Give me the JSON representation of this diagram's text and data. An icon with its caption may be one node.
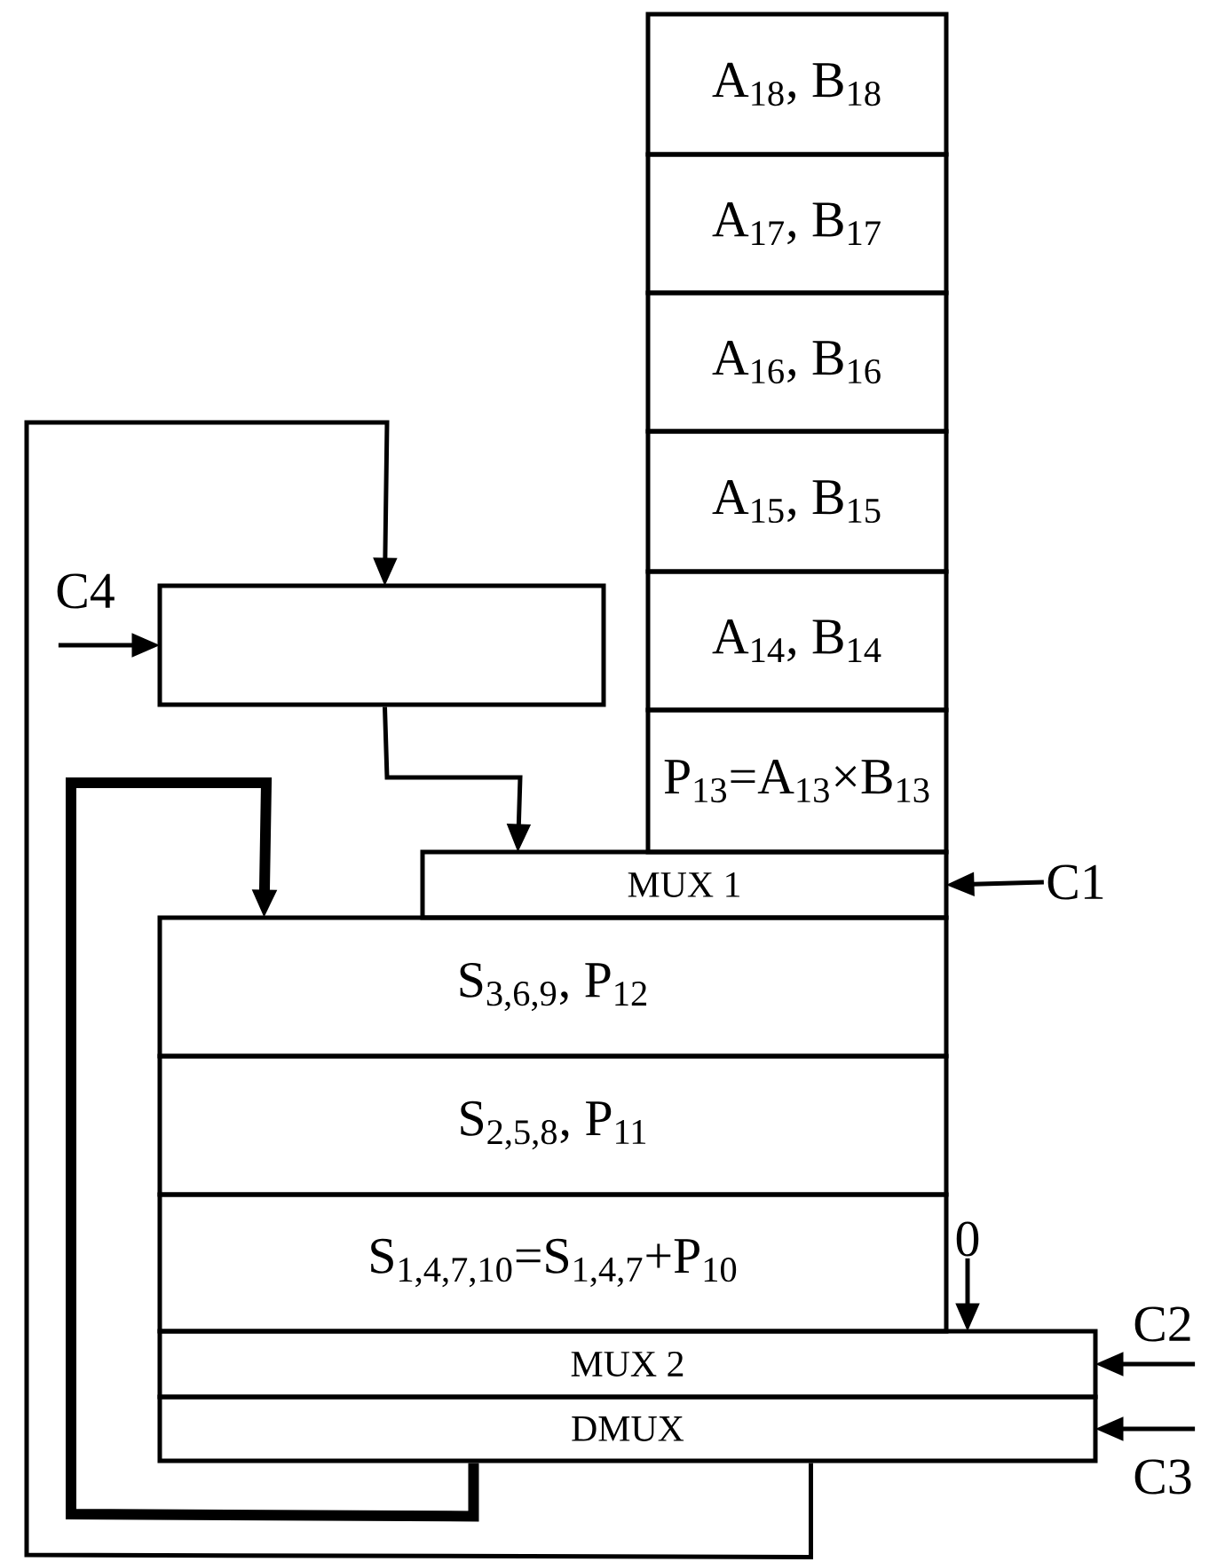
{
  "diagram": {
    "nodes": [
      {
        "text": [
          "A$_{18}$, B$_{18}$"
        ]
      },
      {
        "text": [
          "A$_{17}$, B$_{17}$"
        ]
      },
      {
        "text": [
          "A$_{16}$, B$_{16}$"
        ]
      },
      {
        "text": [
          "A$_{15}$, B$_{15}$"
        ]
      },
      {
        "text": [
          "A$_{14}$, B$_{14}$"
        ]
      },
      {
        "text": [
          "P$_{13}$=A$_{13}$×B$_{13}$"
        ]
      },
      {
        "text": [
          "MUX 1"
        ]
      },
      {
        "text": [
          "S$_{3,6,9}$, P$_{12}$"
        ]
      },
      {
        "text": [
          "S$_{2,5,8}$, P$_{11}$"
        ]
      },
      {
        "text": [
          "S$_{1,4,7,10}$=S$_{1,4,7}$+P$_{10}$"
        ]
      },
      {
        "text": [
          "MUX 2"
        ]
      },
      {
        "text": [
          "DMUX"
        ]
      },
      {
        "text": [],
        "shape": "box"
      },
      {
        "text": [
          "C4"
        ]
      },
      {
        "text": [
          "C1"
        ]
      },
      {
        "text": [
          "C2"
        ]
      },
      {
        "text": [
          "C3"
        ]
      },
      {
        "text": [
          "0"
        ]
      }
    ],
    "edges": [
      {
        "from": 13,
        "to": 12,
        "arrow": "to"
      },
      {
        "from": 11,
        "to": 12,
        "arrow": "to"
      },
      {
        "from": 12,
        "to": 6,
        "arrow": "to"
      },
      {
        "from": 11,
        "to": 7,
        "arrow": "to",
        "style": "thick"
      },
      {
        "from": 14,
        "to": 6,
        "arrow": "to"
      },
      {
        "from": 15,
        "to": 10,
        "arrow": "to"
      },
      {
        "from": 16,
        "to": 11,
        "arrow": "to"
      },
      {
        "from": 17,
        "to": 10,
        "arrow": "to"
      }
    ]
  }
}
